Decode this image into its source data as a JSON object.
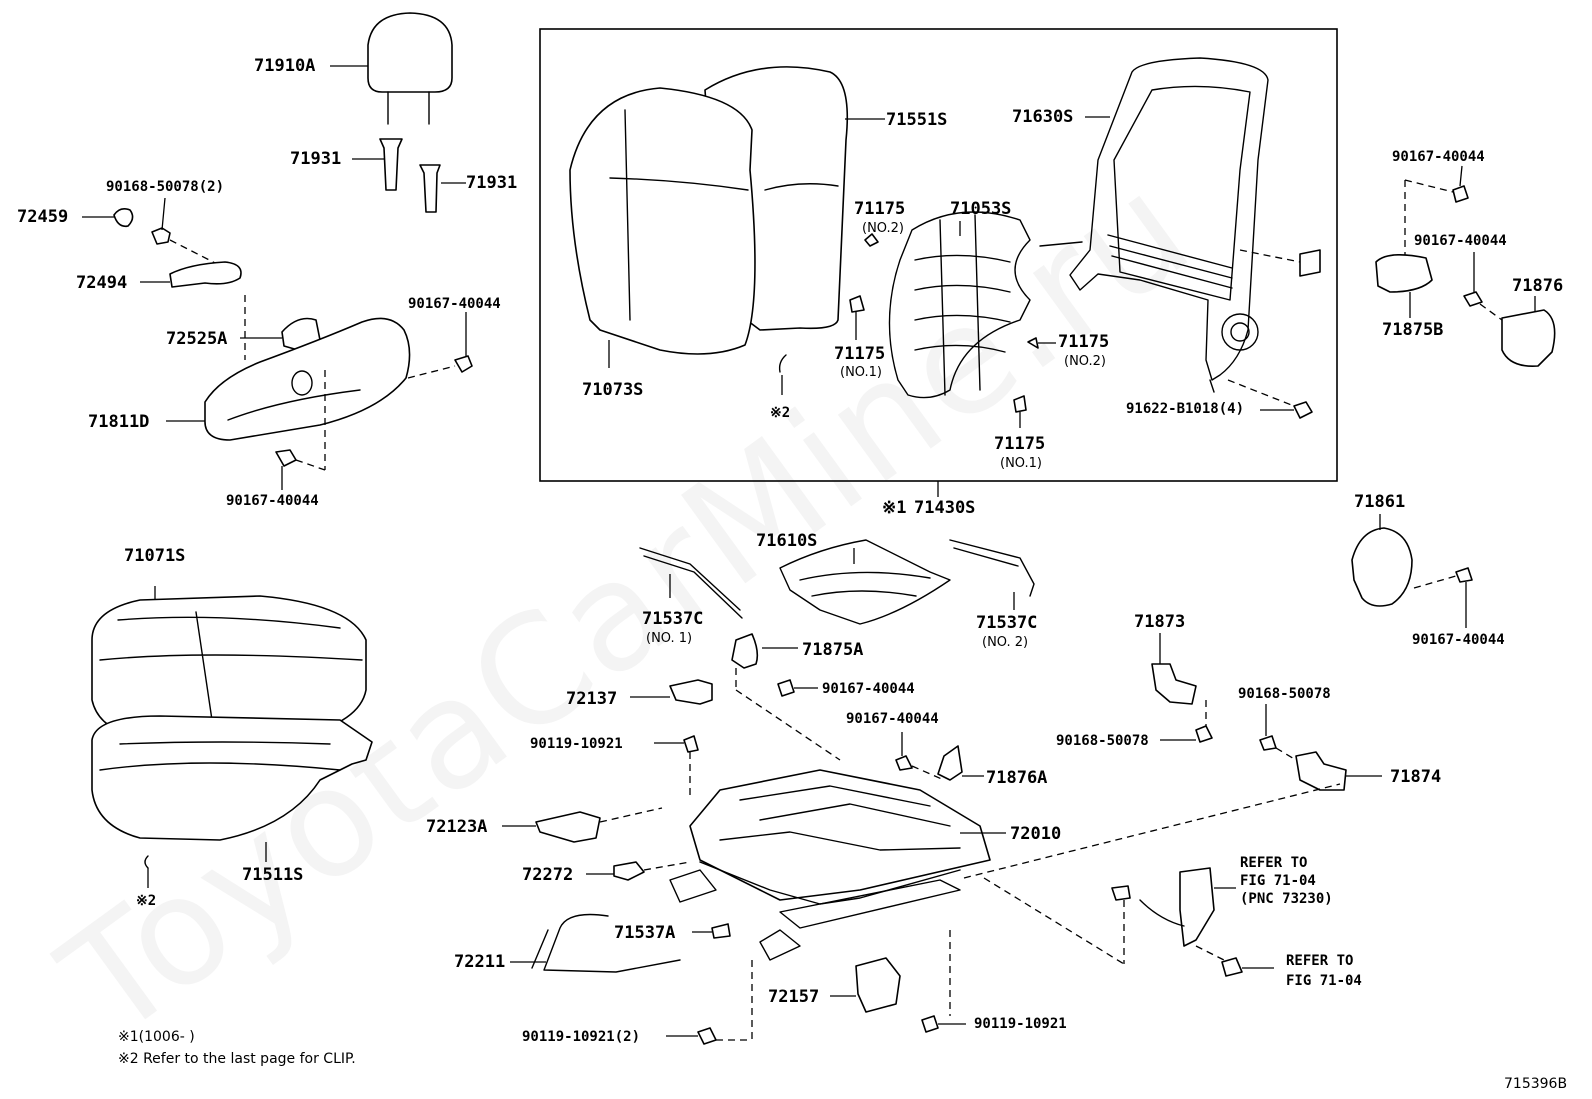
{
  "watermark": "ToyotaCarMine.ru",
  "labels": {
    "headrest": "71910A",
    "guide_left": "71931",
    "guide_right": "71931",
    "bolt_shield_top": "90168-50078(2)",
    "knob_cap": "72459",
    "recliner_handle": "72494",
    "shield_cover": "72525A",
    "screw_shield_right": "90167-40044",
    "shield": "71811D",
    "screw_shield_bottom": "90167-40044",
    "back_cover": "71073S",
    "back_pad": "71551S",
    "hog_ring_no2_a": "71175",
    "hog_ring_no2_a_tag": "(NO.2)",
    "spring": "71053S",
    "hog_ring_no1_a": "71175",
    "hog_ring_no1_a_tag": "(NO.1)",
    "hog_ring_no2_b": "71175",
    "hog_ring_no2_b_tag": "(NO.2)",
    "hog_ring_no1_b": "71175",
    "hog_ring_no1_b_tag": "(NO.1)",
    "clip_note_back": "※2",
    "back_frame": "71630S",
    "bolt_frame": "91622-B1018(4)",
    "screw_top_right": "90167-40044",
    "screw_mid_right": "90167-40044",
    "inner_shield_b": "71875B",
    "inner_cover": "71876",
    "back_assy": "71430S",
    "back_assy_mark": "※1",
    "side_cover": "71861",
    "screw_side_cover": "90167-40044",
    "cushion_cover": "71071S",
    "cushion_pad": "71511S",
    "clip_note_cushion": "※2",
    "cushion_spring": "71610S",
    "wire_left": "71537C",
    "wire_left_tag": "(NO. 1)",
    "wire_right": "71537C",
    "wire_right_tag": "(NO. 2)",
    "inner_shield_a": "71875A",
    "screw_875a": "90167-40044",
    "cover_72137": "72137",
    "bolt_10921_a": "90119-10921",
    "screw_876a": "90167-40044",
    "inner_cover_a": "71876A",
    "adjuster": "72010",
    "bracket_72123": "72123A",
    "stopper_72272": "72272",
    "wire_a": "71537A",
    "rod_72211": "72211",
    "cover_72157": "72157",
    "bolt_10921_b": "90119-10921",
    "bolt_10921_c": "90119-10921(2)",
    "bracket_71873": "71873",
    "bolt_50078_a": "90168-50078",
    "bolt_50078_b": "90168-50078",
    "bracket_71874": "71874",
    "refer_belt": [
      "REFER TO",
      "FIG 71-04",
      "(PNC 73230)"
    ],
    "refer_nut": [
      "REFER TO",
      "FIG 71-04"
    ]
  },
  "notes": {
    "note1": "※1(1006-       )",
    "note2": "※2 Refer to the last page for CLIP."
  },
  "figure_id": "715396B"
}
